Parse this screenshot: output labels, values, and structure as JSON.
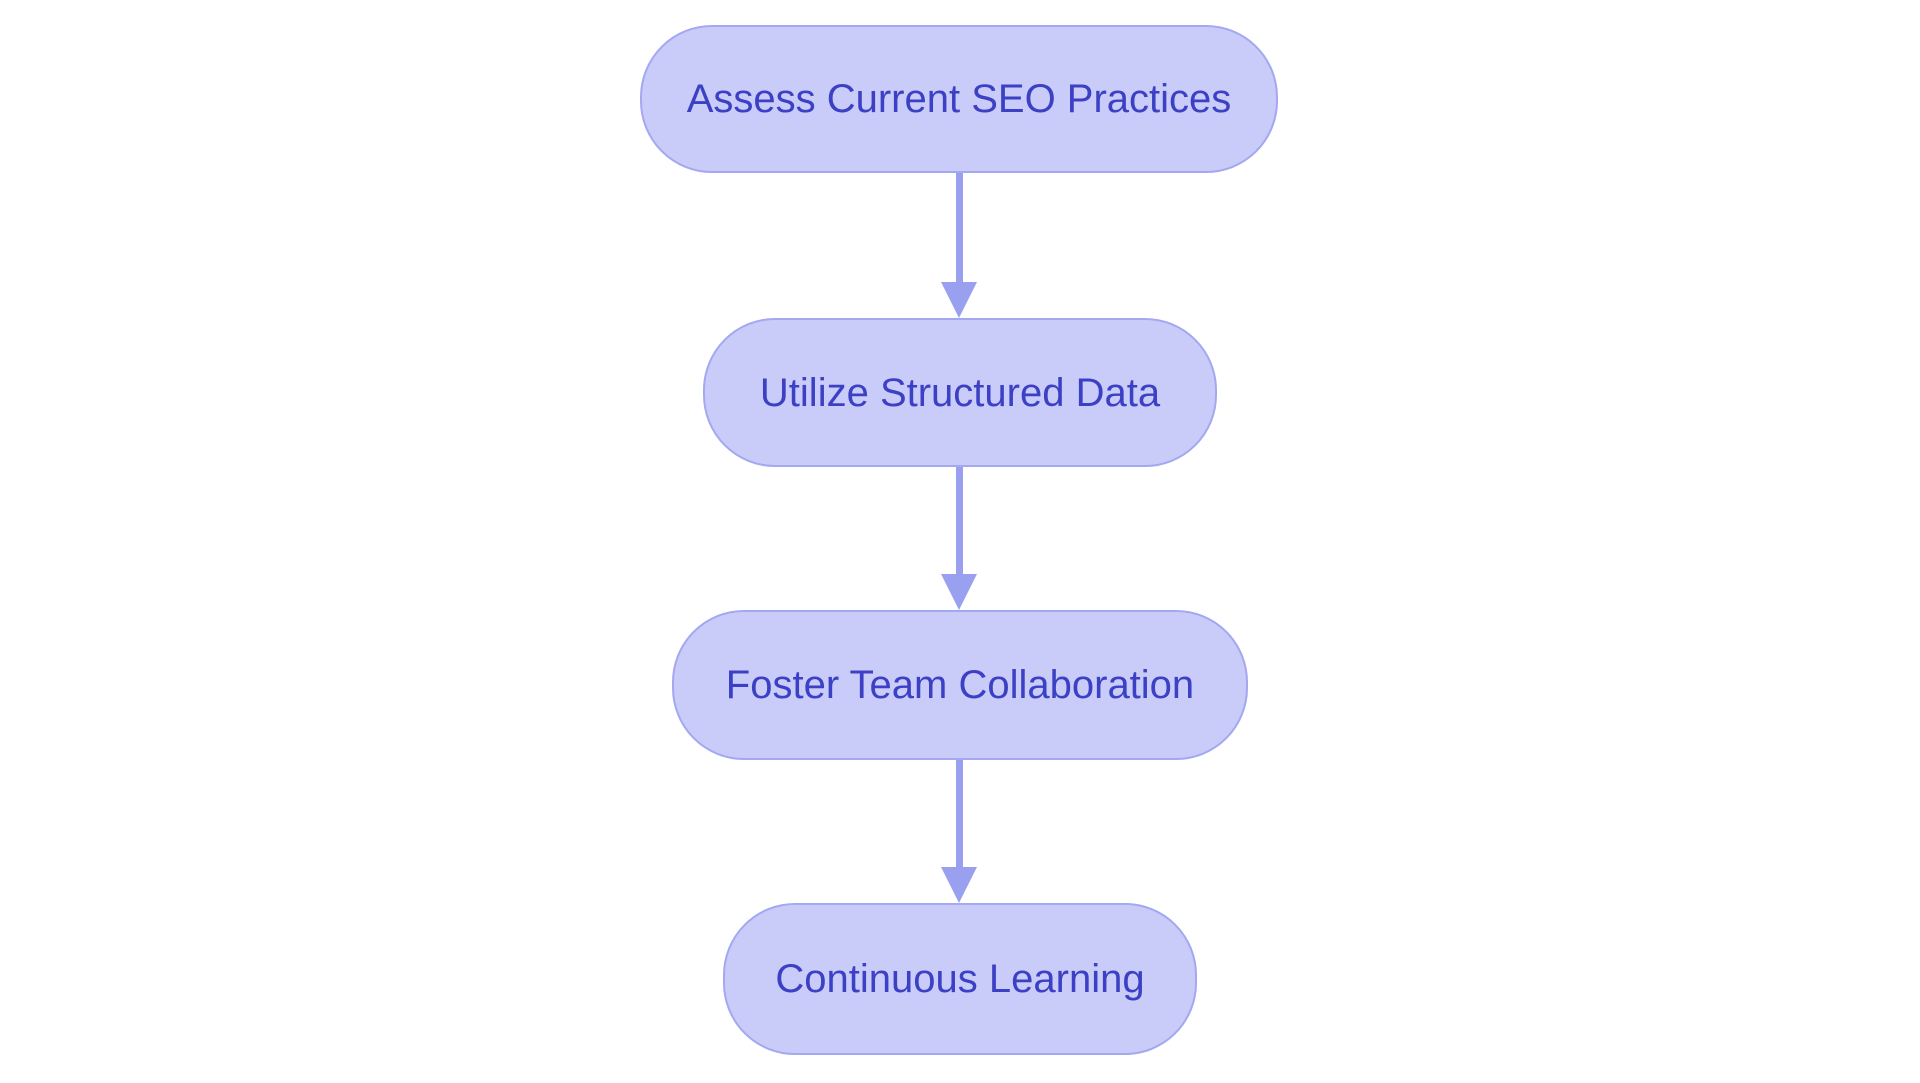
{
  "diagram": {
    "type": "flowchart",
    "direction": "top-down",
    "colors": {
      "background": "#ffffff",
      "node_fill": "#c9cbf8",
      "node_border": "#a3a8f0",
      "text_color": "#3b40c4",
      "arrow_color": "#99a0f0"
    },
    "nodes": [
      {
        "id": "step-1",
        "label": "Assess Current SEO Practices"
      },
      {
        "id": "step-2",
        "label": "Utilize Structured Data"
      },
      {
        "id": "step-3",
        "label": "Foster Team Collaboration"
      },
      {
        "id": "step-4",
        "label": "Continuous Learning"
      }
    ],
    "edges": [
      {
        "from": "step-1",
        "to": "step-2"
      },
      {
        "from": "step-2",
        "to": "step-3"
      },
      {
        "from": "step-3",
        "to": "step-4"
      }
    ]
  }
}
